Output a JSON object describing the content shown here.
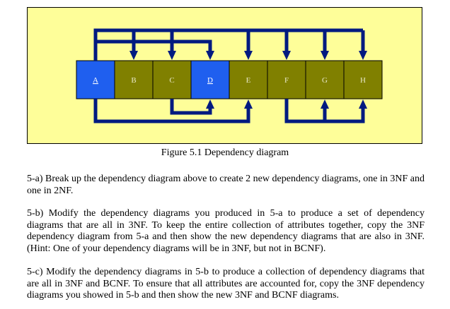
{
  "figure": {
    "attributes": [
      {
        "label": "A",
        "key": true,
        "fill": "#1f5fef"
      },
      {
        "label": "B",
        "key": false,
        "fill": "#808000"
      },
      {
        "label": "C",
        "key": false,
        "fill": "#808000"
      },
      {
        "label": "D",
        "key": true,
        "fill": "#1f5fef"
      },
      {
        "label": "E",
        "key": false,
        "fill": "#808000"
      },
      {
        "label": "F",
        "key": false,
        "fill": "#808000"
      },
      {
        "label": "G",
        "key": false,
        "fill": "#808000"
      },
      {
        "label": "H",
        "key": false,
        "fill": "#808000"
      }
    ],
    "caption": "Figure 5.1 Dependency diagram",
    "background": "#fefe99",
    "arrow_color": "#001a80"
  },
  "questions": [
    {
      "text": "5-a) Break up the dependency diagram above to create 2 new dependency diagrams, one in 3NF and one in 2NF."
    },
    {
      "text": "5-b) Modify the dependency diagrams you produced in 5-a to produce a set of dependency diagrams that are all in 3NF. To keep the entire collection of attributes together, copy the 3NF dependency diagram from 5-a and then show the new dependency diagrams that are also in 3NF. (Hint: One of your dependency diagrams will be in 3NF, but not in BCNF)."
    },
    {
      "text": "5-c) Modify the dependency diagrams in 5-b to produce a collection of dependency diagrams that are all in 3NF and BCNF. To ensure that all attributes are accounted for, copy the 3NF dependency diagrams you showed in 5-b and then show the new 3NF and BCNF diagrams."
    }
  ]
}
